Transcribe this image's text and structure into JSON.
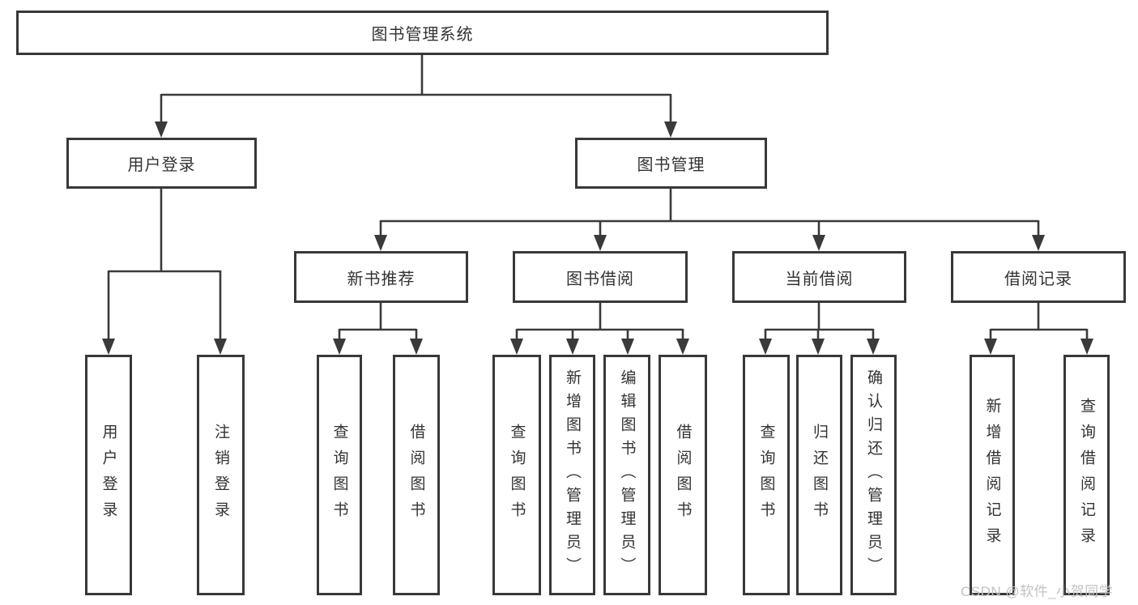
{
  "tree": {
    "root": {
      "label": "图书管理系统"
    },
    "level2": [
      {
        "label": "用户登录"
      },
      {
        "label": "图书管理"
      }
    ],
    "level3": [
      {
        "label": "新书推荐"
      },
      {
        "label": "图书借阅"
      },
      {
        "label": "当前借阅"
      },
      {
        "label": "借阅记录"
      }
    ],
    "leaves": {
      "user_login": [
        {
          "label": "用户登录"
        },
        {
          "label": "注销登录"
        }
      ],
      "new_book_recommend": [
        {
          "label": "查询图书"
        },
        {
          "label": "借阅图书"
        }
      ],
      "book_borrow": [
        {
          "label": "查询图书"
        },
        {
          "label": "新增图书（管理员）"
        },
        {
          "label": "编辑图书（管理员）"
        },
        {
          "label": "借阅图书"
        }
      ],
      "current_borrow": [
        {
          "label": "查询图书"
        },
        {
          "label": "归还图书"
        },
        {
          "label": "确认归还（管理员）"
        }
      ],
      "borrow_records": [
        {
          "label": "新增借阅记录"
        },
        {
          "label": "查询借阅记录"
        }
      ]
    }
  },
  "watermark": {
    "text": "CSDN @软件_小贺同学"
  },
  "colors": {
    "line": "#3a3a3a",
    "box_border": "#383838",
    "text": "#333333",
    "watermark_text": "#c2c2c2",
    "background": "#ffffff"
  }
}
